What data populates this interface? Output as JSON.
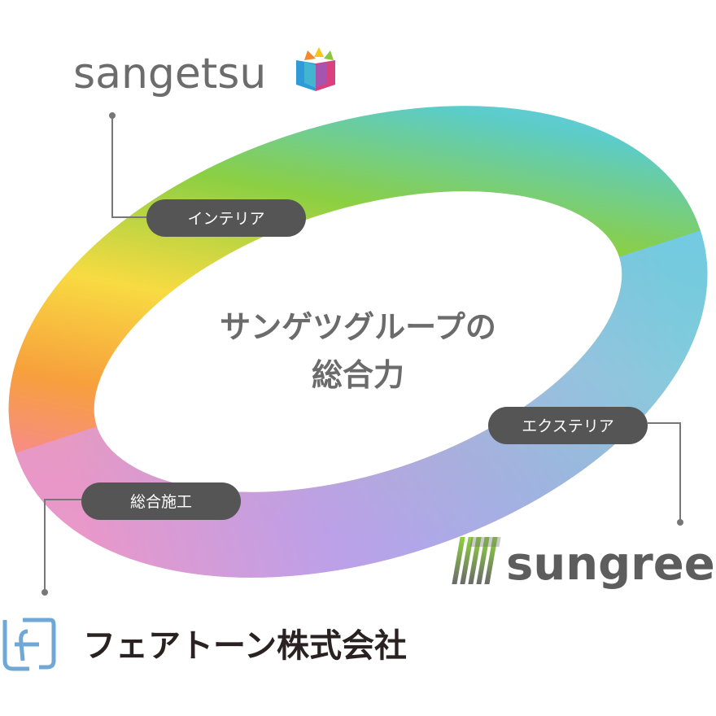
{
  "center": {
    "line1": "サンゲツグループの",
    "line2": "総合力"
  },
  "labels": {
    "interior": "インテリア",
    "exterior": "エクステリア",
    "construction": "総合施工"
  },
  "logos": {
    "sangetsu": "sangetsu",
    "sungreen": "sungreen",
    "fairtone": "フェアトーン株式会社"
  },
  "colors": {
    "pill": "#555555",
    "connector": "#777777",
    "ring_orange": "#f7a03c",
    "ring_yellow": "#f8db42",
    "ring_green": "#8bcf43",
    "ring_teal": "#5cccc8",
    "ring_blue": "#71c9f8",
    "ring_violet": "#b3a4f5",
    "ring_pink": "#f7879a",
    "fairtone_blue": "#6fa8d6",
    "sungreen_green": "#7cc242"
  }
}
